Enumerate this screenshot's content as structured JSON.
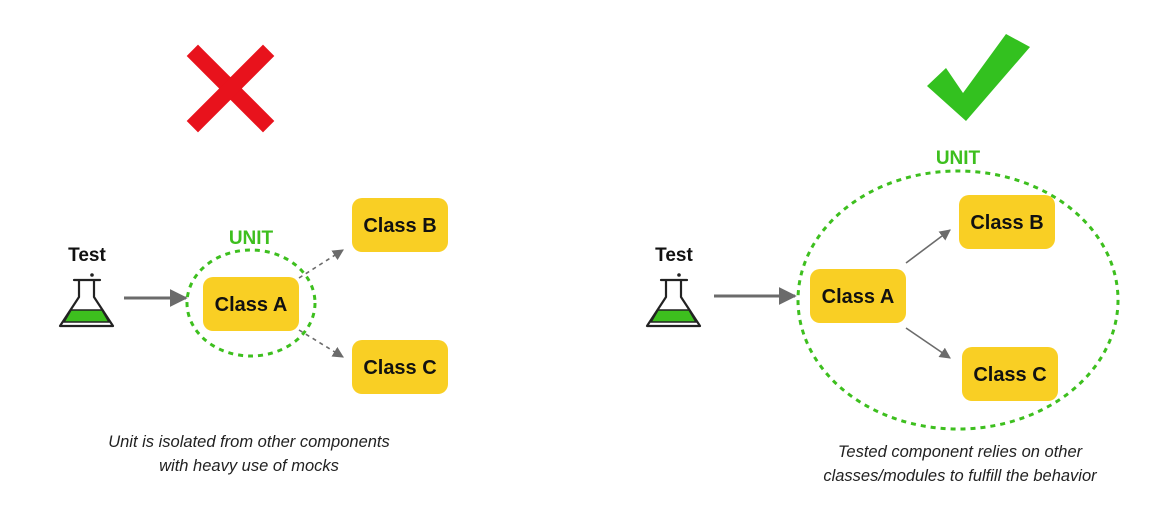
{
  "colors": {
    "box_fill": "#f9cf24",
    "unit_green": "#3dbf1e",
    "flask_green": "#3dbf1e",
    "arrow_gray": "#6b6b6b",
    "cross_red": "#e8121c",
    "check_green": "#33c11f"
  },
  "left": {
    "status_icon": "red-cross-icon",
    "test_label": "Test",
    "unit_label": "UNIT",
    "class_a": "Class A",
    "class_b": "Class B",
    "class_c": "Class C",
    "caption_line1": "Unit is isolated from other components",
    "caption_line2": "with heavy use of mocks"
  },
  "right": {
    "status_icon": "green-check-icon",
    "test_label": "Test",
    "unit_label": "UNIT",
    "class_a": "Class A",
    "class_b": "Class B",
    "class_c": "Class C",
    "caption_line1": "Tested component relies on other",
    "caption_line2": "classes/modules to fulfill the behavior"
  }
}
